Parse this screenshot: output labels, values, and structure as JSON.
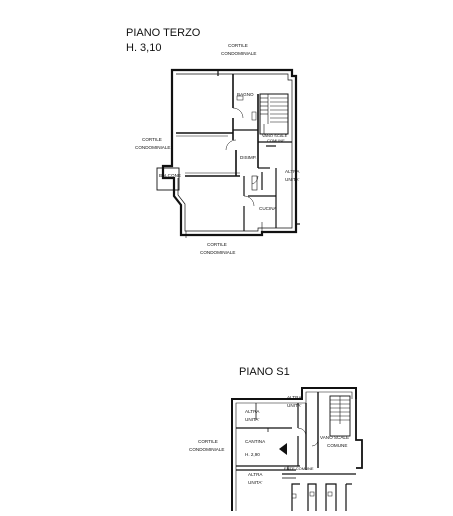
{
  "floor3": {
    "title": "PIANO TERZO",
    "height": "H. 3,10",
    "labels": {
      "cortile_top_1": "CORTILE",
      "cortile_top_2": "CONDOMINIALE",
      "bagno": "BAGNO",
      "vano_scale_1": "VANO SCALE",
      "vano_scale_2": "COMUNE",
      "cortile_left_1": "CORTILE",
      "cortile_left_2": "CONDOMINIALE",
      "disimp": "DISIMP.",
      "balcone": "BALCONE",
      "altra_1": "ALTRA",
      "altra_2": "UNITA'",
      "cucina": "CUCINA",
      "cortile_bottom_1": "CORTILE",
      "cortile_bottom_2": "CONDOMINIALE"
    }
  },
  "floorS1": {
    "title": "PIANO S1",
    "labels": {
      "altra_a_1": "ALTRA",
      "altra_a_2": "UNITA'",
      "altra_b_1": "ALTRA",
      "altra_b_2": "UNITA'",
      "cortile_1": "CORTILE",
      "cortile_2": "CONDOMINIALE",
      "cantina": "CANTINA",
      "cantina_h": "H. 2,90",
      "vano_scale_1": "VANO SCALE",
      "vano_scale_2": "COMUNE",
      "altra_c_1": "ALTRA",
      "altra_c_2": "UNITA'",
      "ente_comune": "ENTE COMUNE"
    }
  }
}
